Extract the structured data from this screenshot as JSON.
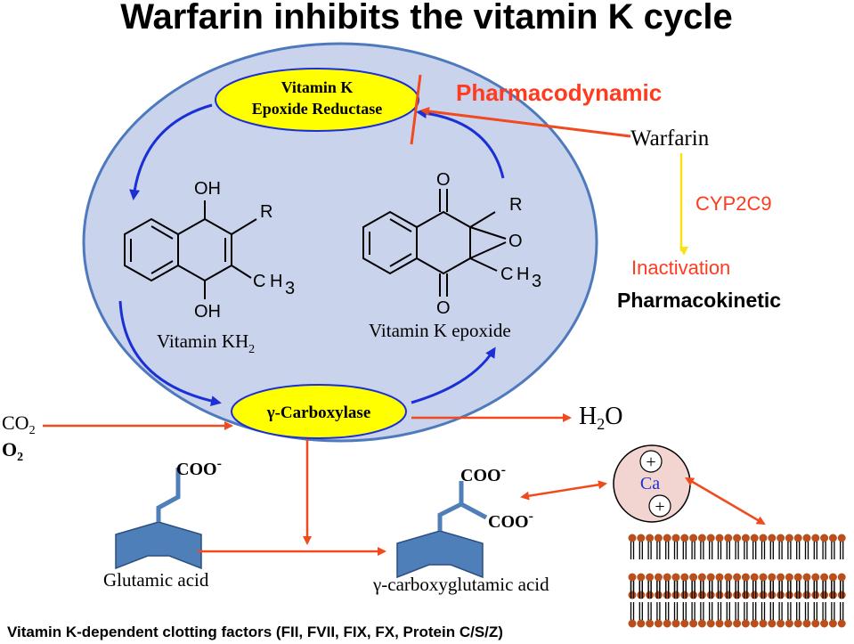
{
  "title": "Warfarin inhibits the vitamin K cycle",
  "enzymes": {
    "vkor_line1": "Vitamin K",
    "vkor_line2": "Epoxide Reductase",
    "carboxylase": "γ-Carboxylase"
  },
  "labels": {
    "pharmacodynamic": "Pharmacodynamic",
    "warfarin": "Warfarin",
    "cyp2c9": "CYP2C9",
    "inactivation": "Inactivation",
    "pharmacokinetic": "Pharmacokinetic",
    "vitamin_kh2_main": "Vitamin KH",
    "vitamin_kh2_sub": "2",
    "vitamin_k_epoxide": "Vitamin K epoxide",
    "co2_main": "CO",
    "co2_sub": "2",
    "o2_main": "O",
    "o2_sub": "2",
    "h2o_h": "H",
    "h2o_sub": "2",
    "h2o_o": "O",
    "glutamic_acid": "Glutamic acid",
    "gamma_carboxyglutamic_acid": "γ-carboxyglutamic acid",
    "ca": "Ca",
    "footer": "Vitamin K-dependent clotting factors (FII, FVII, FIX, FX, Protein C/S/Z)"
  },
  "chem": {
    "oh": "OH",
    "r": "R",
    "ch3_c": "C",
    "ch3_h": "H",
    "ch3_sub": "3",
    "o": "O",
    "coo": "COO",
    "minus": "-",
    "plus": "+"
  },
  "colors": {
    "cell_fill": "#c9d3ec",
    "cell_stroke": "#4f79bd",
    "enzyme_fill": "#ffff00",
    "red_arrow": "#f04a1e",
    "blue_arrow": "#1a2fd6",
    "yellow_arrow": "#f7e312",
    "glutamate_blue": "#4f7fb8",
    "ca_fill": "#f2d5d0",
    "lipid_head": "#b8501e"
  }
}
